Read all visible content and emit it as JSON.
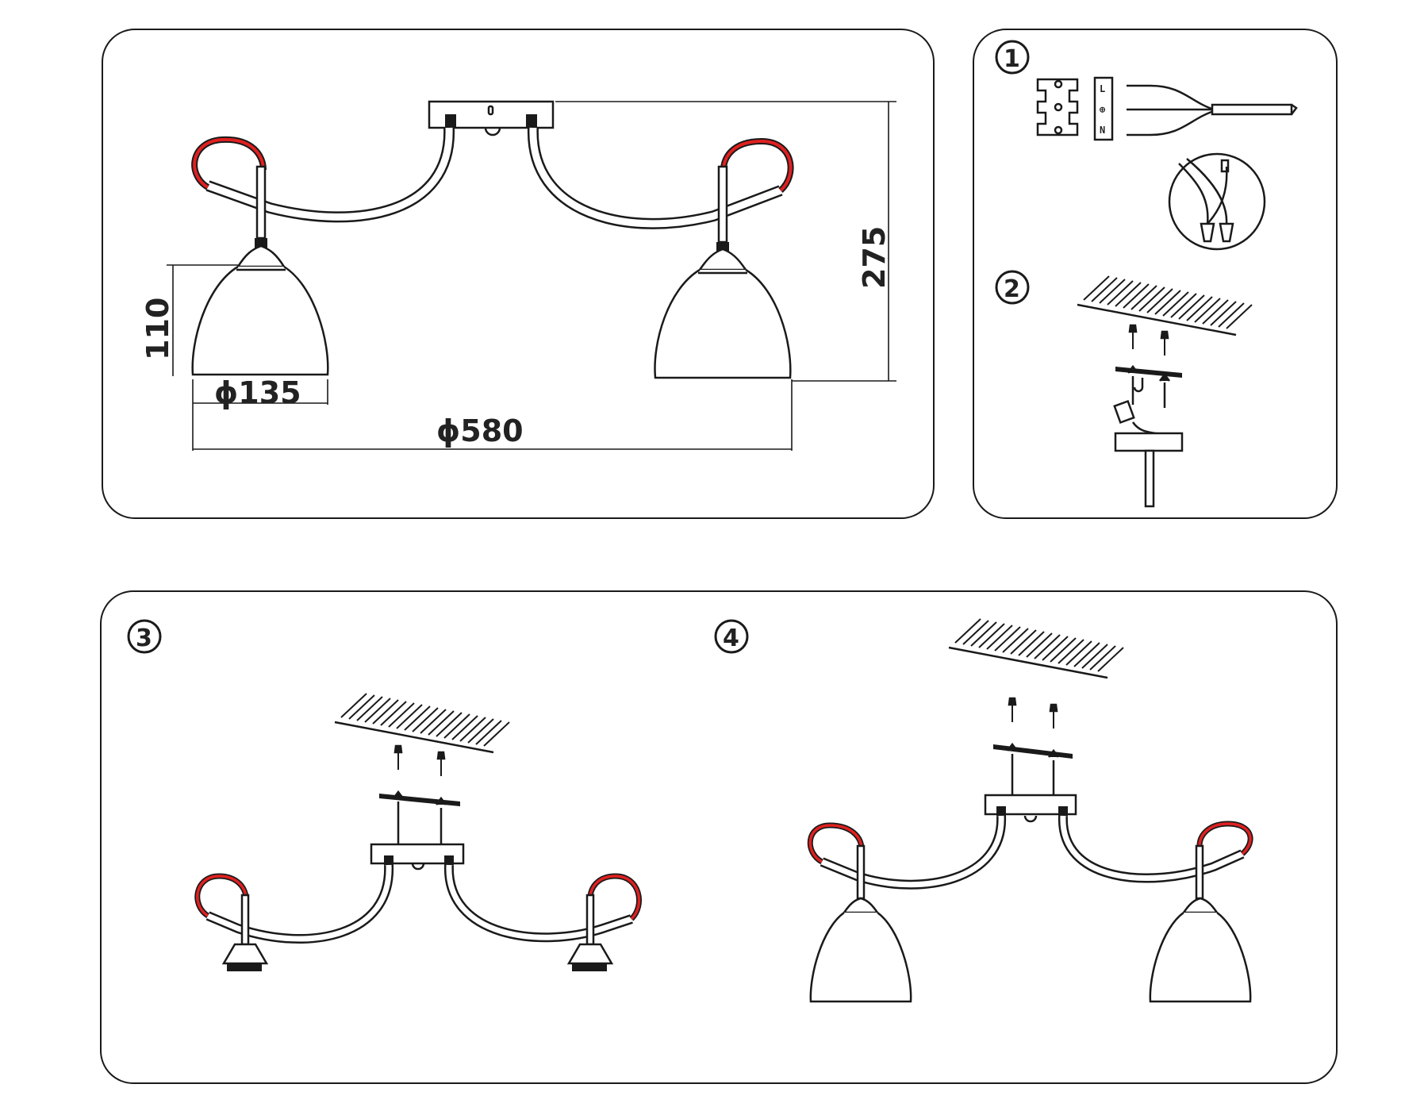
{
  "dimensions": {
    "overall_width": "ϕ580",
    "height": "275",
    "shade_height": "110",
    "shade_diameter": "ϕ135"
  },
  "steps": [
    "1",
    "2",
    "3",
    "4"
  ],
  "terminal_labels": [
    "L",
    "⊕",
    "N"
  ],
  "colors": {
    "line": "#1a1a1a",
    "accent": "#e02020",
    "background": "#ffffff"
  }
}
